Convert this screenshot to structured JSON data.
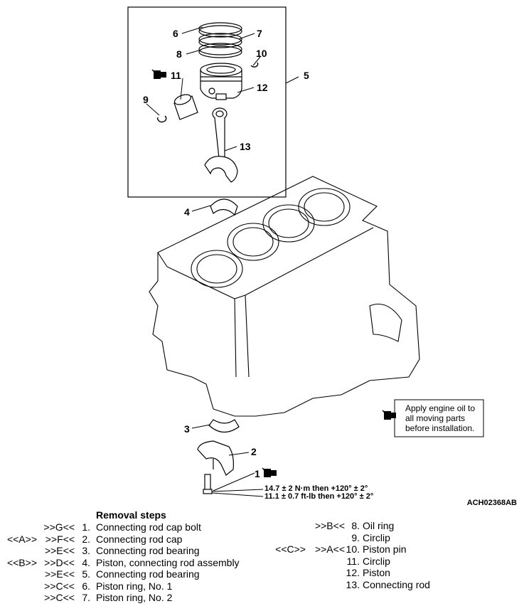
{
  "diagram": {
    "callouts": [
      "1",
      "2",
      "3",
      "4",
      "5",
      "6",
      "7",
      "8",
      "9",
      "10",
      "11",
      "12",
      "13"
    ],
    "torque": [
      "14.7 ± 2 N·m then +120° ± 2°",
      "11.1 ± 0.7 ft-lb then +120° ± 2°"
    ],
    "note_lines": [
      "Apply engine oil to",
      "all moving parts",
      "before installation."
    ],
    "figure_code": "ACH02368AB",
    "icon": "oil-can-icon"
  },
  "removal": {
    "title": "Removal steps",
    "left": [
      {
        "pre": "",
        "ind": ">>G<<",
        "num": "1.",
        "label": "Connecting rod cap bolt"
      },
      {
        "pre": "<<A>>",
        "ind": ">>F<<",
        "num": "2.",
        "label": "Connecting rod cap"
      },
      {
        "pre": "",
        "ind": ">>E<<",
        "num": "3.",
        "label": "Connecting rod bearing"
      },
      {
        "pre": "<<B>>",
        "ind": ">>D<<",
        "num": "4.",
        "label": "Piston, connecting rod assembly"
      },
      {
        "pre": "",
        "ind": ">>E<<",
        "num": "5.",
        "label": "Connecting rod bearing"
      },
      {
        "pre": "",
        "ind": ">>C<<",
        "num": "6.",
        "label": "Piston ring, No. 1"
      },
      {
        "pre": "",
        "ind": ">>C<<",
        "num": "7.",
        "label": "Piston ring, No. 2"
      }
    ],
    "right": [
      {
        "pre": "",
        "ind": ">>B<<",
        "num": "8.",
        "label": "Oil ring"
      },
      {
        "pre": "",
        "ind": "",
        "num": "9.",
        "label": "Circlip"
      },
      {
        "pre": "<<C>>",
        "ind": ">>A<<",
        "num": "10.",
        "label": "Piston pin"
      },
      {
        "pre": "",
        "ind": "",
        "num": "11.",
        "label": "Circlip"
      },
      {
        "pre": "",
        "ind": "",
        "num": "12.",
        "label": "Piston"
      },
      {
        "pre": "",
        "ind": "",
        "num": "13.",
        "label": "Connecting rod"
      }
    ]
  }
}
